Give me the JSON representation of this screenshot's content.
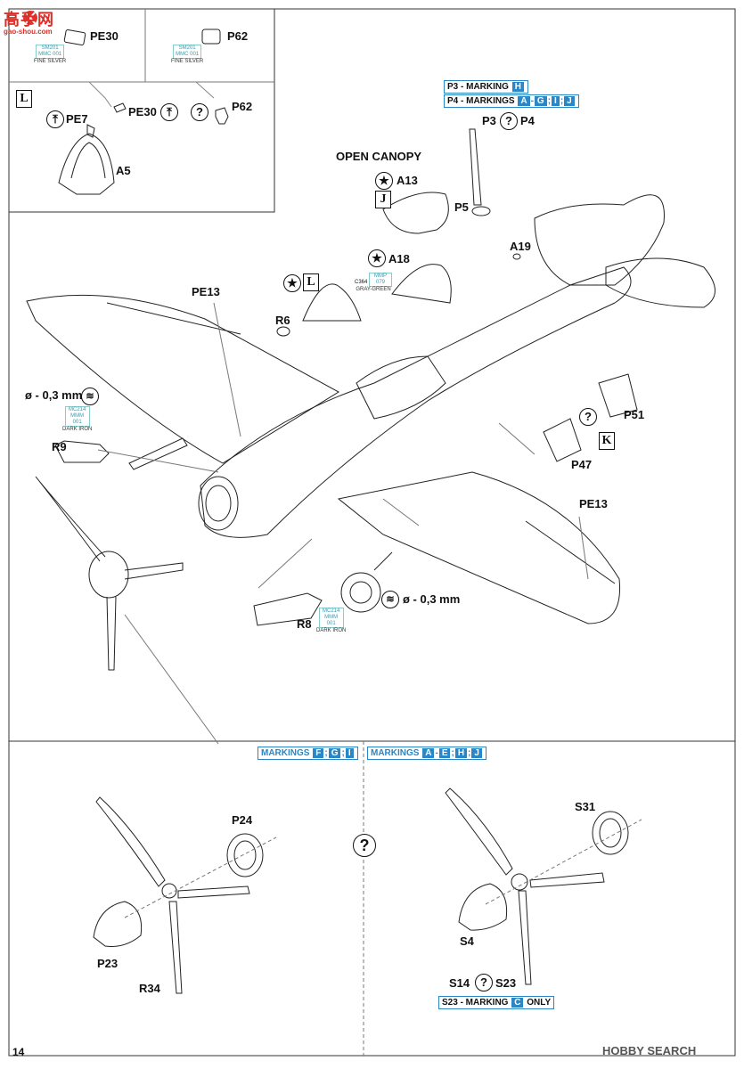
{
  "watermark_top": {
    "chars": "高手网",
    "domain": "gao-shou.com"
  },
  "watermark_bottom": "HOBBY SEARCH",
  "page_number": "14",
  "top_left_box": {
    "left_label": "PE30",
    "left_paint": {
      "code": "SM201 MMC 001",
      "name": "FINE SILVER"
    },
    "right_label": "P62",
    "right_paint": {
      "code": "SM201 MMC 001",
      "name": "FINE SILVER"
    },
    "step_letter": "L",
    "pe7": "PE7",
    "pe30": "PE30",
    "p62": "P62",
    "a5": "A5"
  },
  "main": {
    "marking_p3": "P3 - MARKING",
    "marking_p3_box": "H",
    "marking_p4": "P4 - MARKINGS",
    "marking_p4_boxes": [
      "A",
      "-",
      "G",
      ";",
      "I",
      ";",
      "J"
    ],
    "p3": "P3",
    "p4": "P4",
    "open_canopy": "OPEN CANOPY",
    "a13": "A13",
    "j_box": "J",
    "p5": "P5",
    "a19": "A19",
    "a18": "A18",
    "gray_green_paint": {
      "code1": "C364",
      "code2": "MMP 079",
      "name": "GRAY-GREEN"
    },
    "l_box": "L",
    "pe13_left": "PE13",
    "r6": "R6",
    "thickness_left": "ø - 0,3 mm",
    "dark_iron_left": {
      "code": "MC214 MMM 001",
      "name": "DARK IRON"
    },
    "r9": "R9",
    "p51": "P51",
    "k_box": "K",
    "p47": "P47",
    "pe13_right": "PE13",
    "thickness_right": "ø - 0,3 mm",
    "r8": "R8",
    "dark_iron_right": {
      "code": "MC214 MMM 001",
      "name": "DARK IRON"
    }
  },
  "bottom": {
    "left_markings": "MARKINGS",
    "left_boxes": [
      "F",
      ";",
      "G",
      ";",
      "I"
    ],
    "right_markings": "MARKINGS",
    "right_boxes": [
      "A",
      "-",
      "E",
      ";",
      "H",
      ";",
      "J"
    ],
    "p24": "P24",
    "p23": "P23",
    "r34": "R34",
    "s31": "S31",
    "s4": "S4",
    "s14": "S14",
    "s23": "S23",
    "s23_marking": "S23 - MARKING",
    "s23_box": "C",
    "s23_only": "ONLY"
  }
}
